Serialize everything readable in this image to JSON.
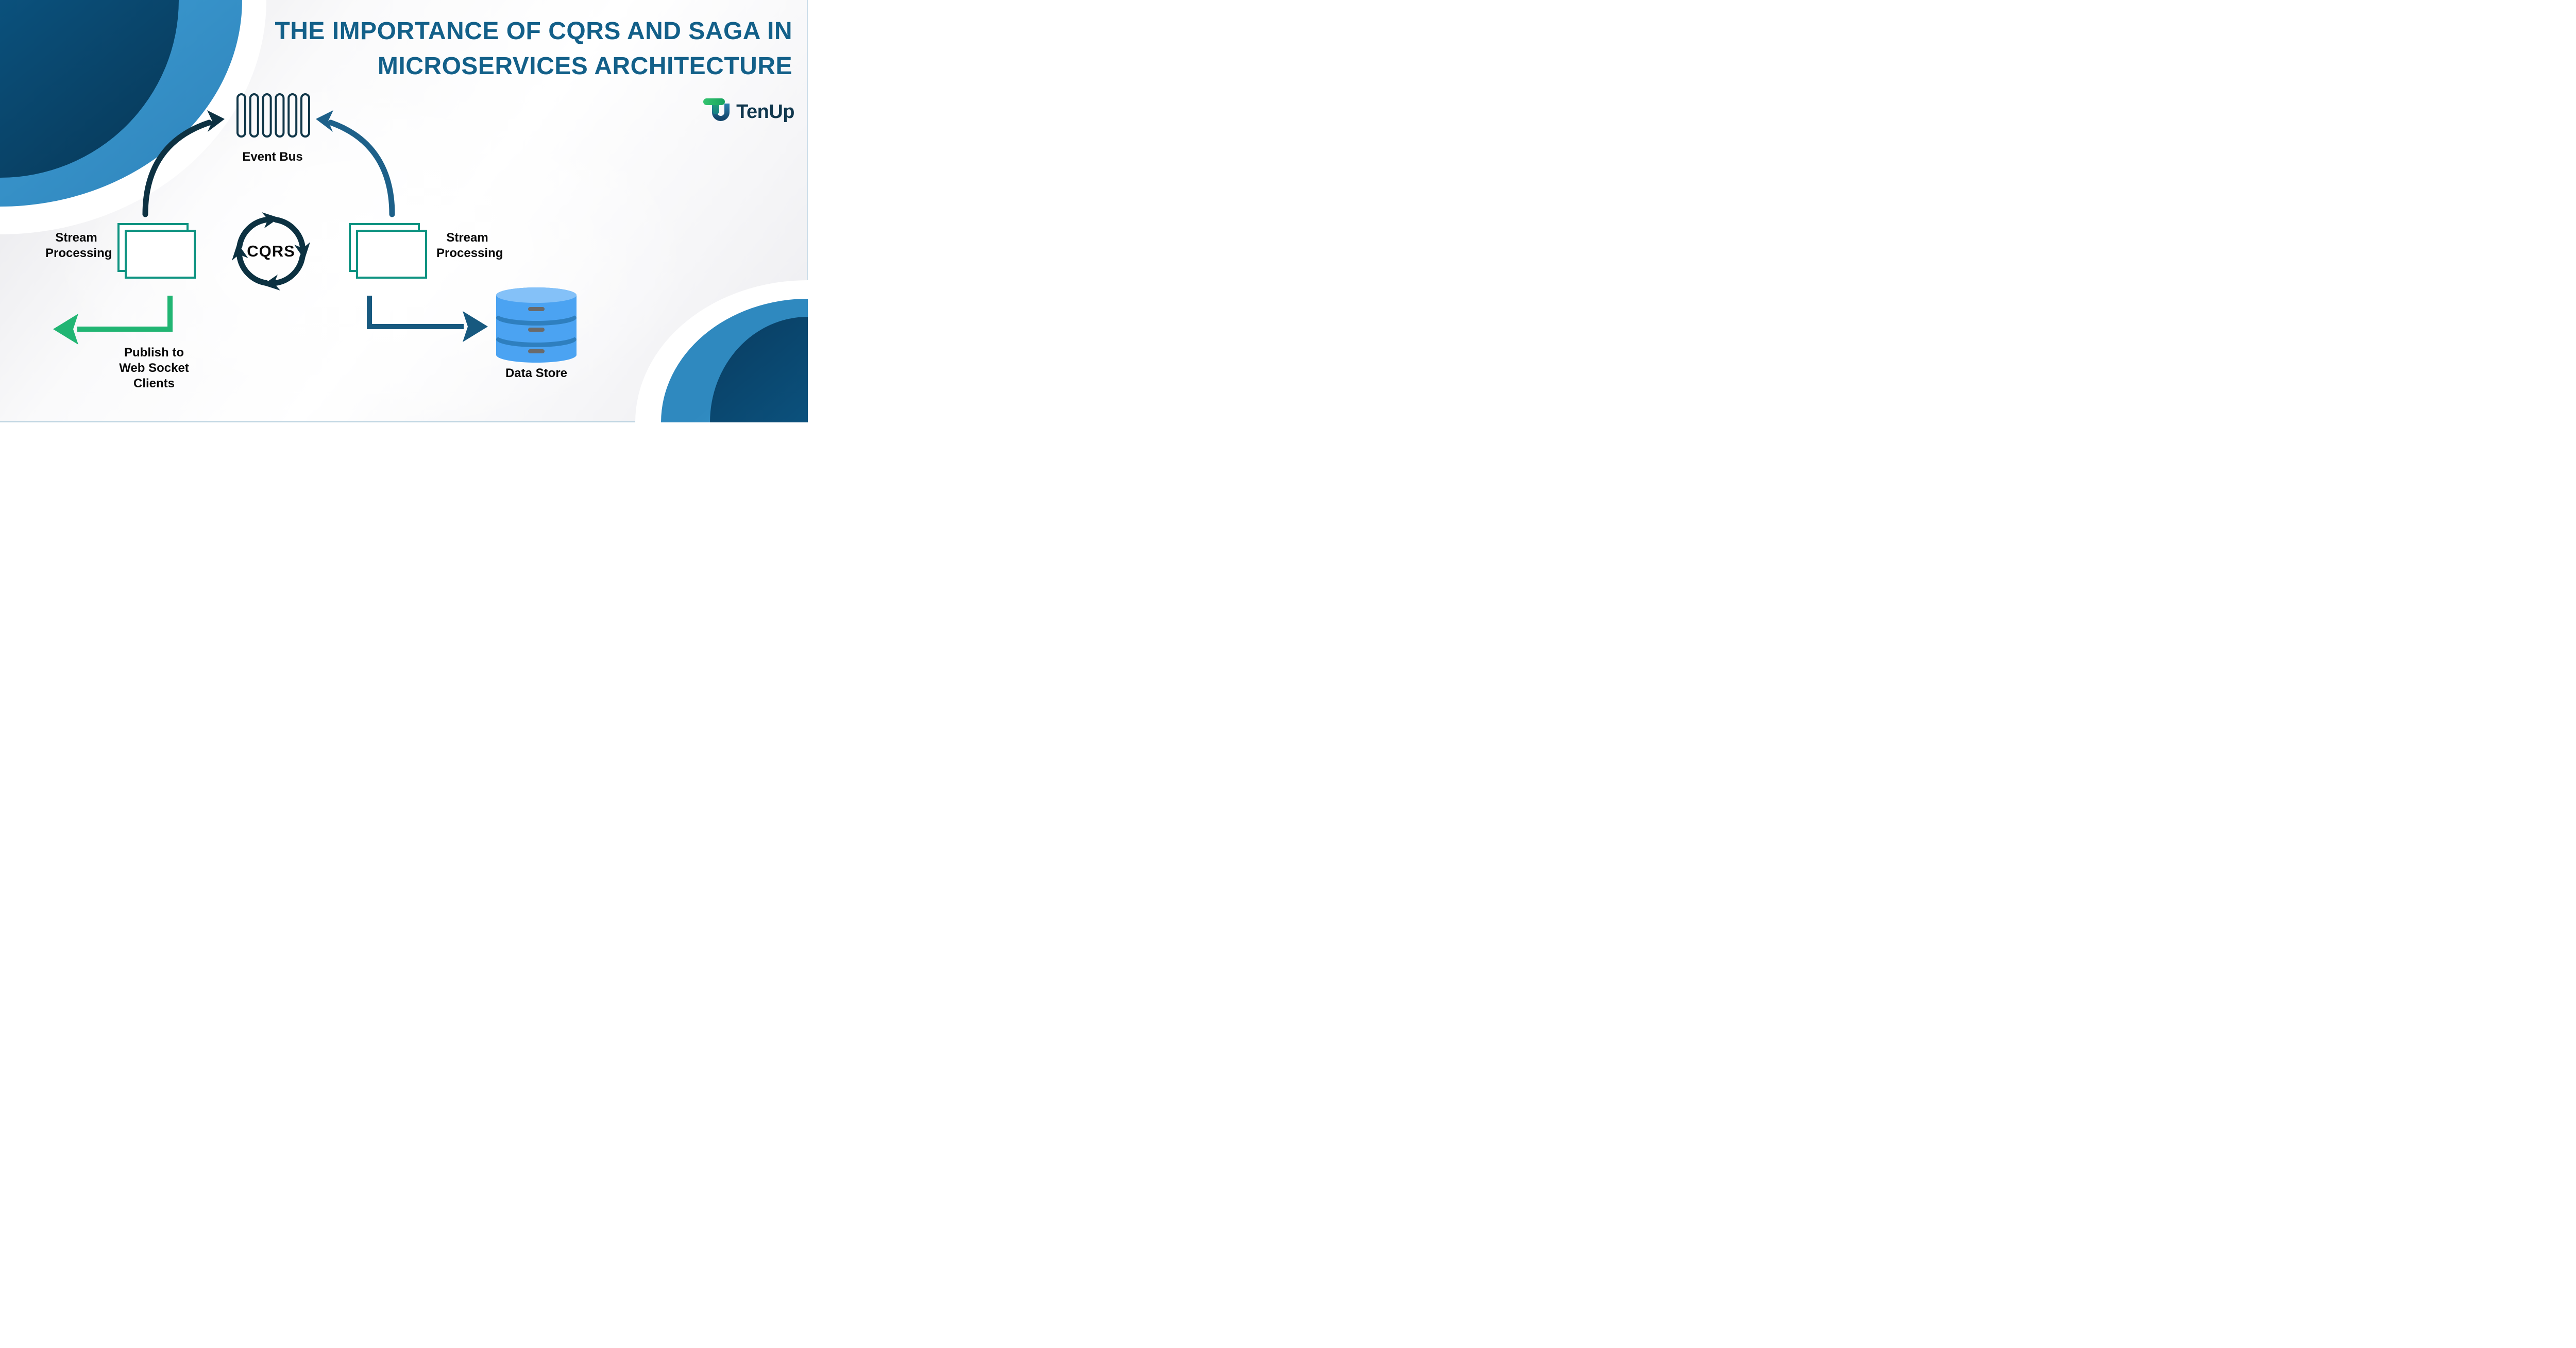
{
  "title": {
    "line1": "THE IMPORTANCE OF CQRS AND SAGA IN",
    "line2": "MICROSERVICES ARCHITECTURE"
  },
  "brand": {
    "name": "TenUp"
  },
  "diagram": {
    "event_bus": {
      "label": "Event Bus",
      "icon": "event-bus-pipes-icon"
    },
    "cqrs": {
      "label": "CQRS",
      "icon": "circular-cycle-arrows-icon"
    },
    "stream_left": {
      "line1": "Stream",
      "line2": "Processing",
      "icon": "stacked-documents-icon"
    },
    "stream_right": {
      "line1": "Stream",
      "line2": "Processing",
      "icon": "stacked-documents-icon"
    },
    "publish": {
      "line1": "Publish to",
      "line2": "Web Socket Clients",
      "arrow": "green-elbow-arrow-left"
    },
    "data_store": {
      "label": "Data Store",
      "icon": "database-cylinder-icon",
      "arrow": "blue-elbow-arrow-right"
    }
  },
  "colors": {
    "title_text": "#136089",
    "label_text": "#0a0a0a",
    "brand_text": "#11384e",
    "navy_arrow": "#0d3142",
    "steel_arrow": "#1d6089",
    "elbow_blue": "#17597f",
    "green_arrow": "#21b573",
    "teal_box_border": "#0e9381",
    "event_bus_icon": "#103648",
    "cqrs_icon": "#0c3141",
    "database_body": "#4ba3f2",
    "database_top": "#84c1f8",
    "database_shadow": "#2e7fbf",
    "corner_navy": "#0b527e",
    "corner_stripe": "#3a97ce",
    "logo_green": "#2bb673",
    "logo_blue": "#1d5e8a"
  }
}
